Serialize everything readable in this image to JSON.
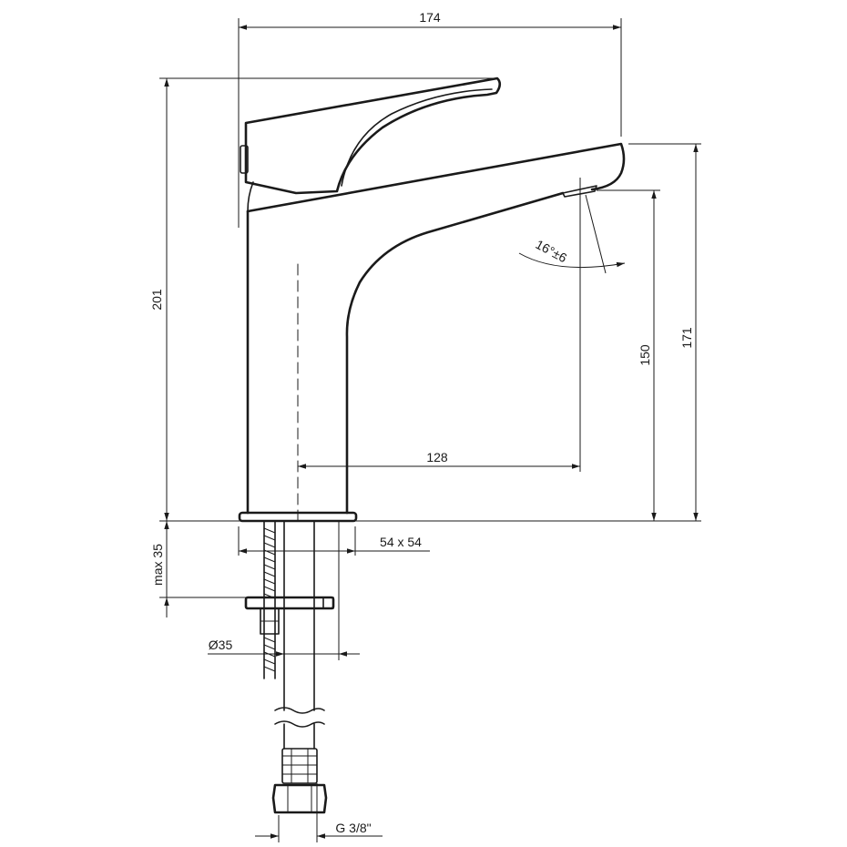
{
  "dimensions": {
    "width_top": "174",
    "total_height": "201",
    "spout_height": "171",
    "outlet_height": "150",
    "reach": "128",
    "base_plate": "54 x 54",
    "max_thickness": "max 35",
    "hole_diameter": "Ø35",
    "thread": "G 3/8\"",
    "angle": "16°±6"
  }
}
